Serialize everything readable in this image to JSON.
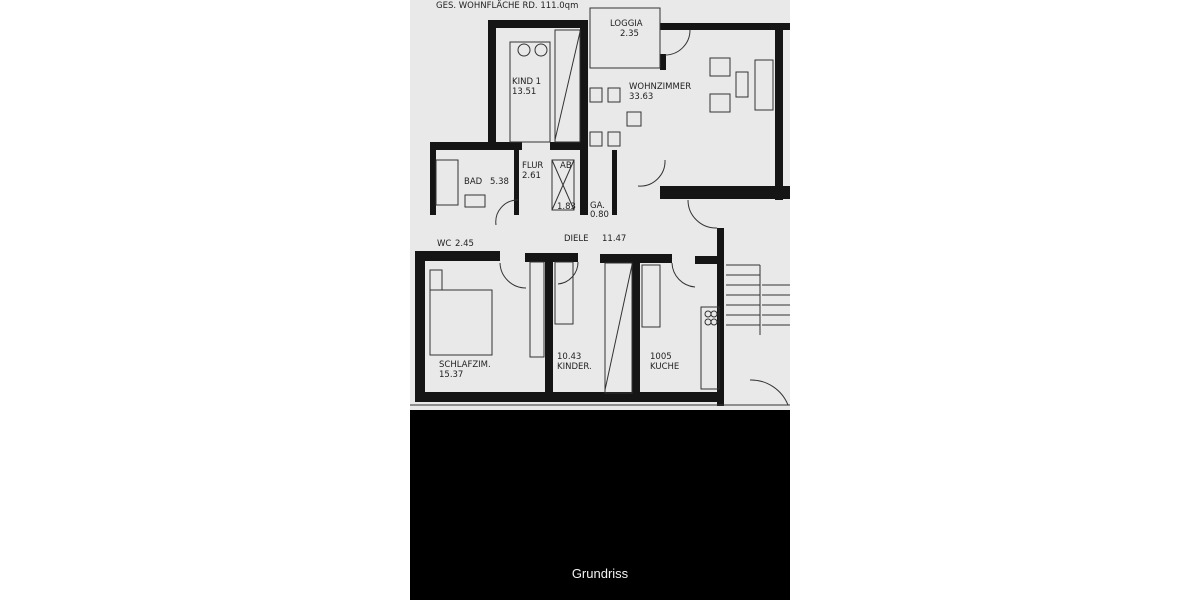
{
  "caption": "Grundriss",
  "plan": {
    "header_text": "GES. WOHNFLÄCHE RD. 111.0qm",
    "rooms": [
      {
        "name": "LOGGIA",
        "area": "2.35"
      },
      {
        "name": "KIND 1",
        "area": "13.51"
      },
      {
        "name": "WOHNZIMMER",
        "area": "33.63"
      },
      {
        "name": "FLUR",
        "area": "2.61"
      },
      {
        "name": "AB",
        "area": "1.83"
      },
      {
        "name": "BAD",
        "area": "5.38"
      },
      {
        "name": "GA.",
        "area": "0.80"
      },
      {
        "name": "WC",
        "area": "2.45"
      },
      {
        "name": "DIELE",
        "area": "11.47"
      },
      {
        "name": "SCHLAFZIM.",
        "area": "15.37"
      },
      {
        "name": "KINDER.",
        "area": "10.43"
      },
      {
        "name": "KUCHE",
        "area": "1005"
      }
    ]
  }
}
